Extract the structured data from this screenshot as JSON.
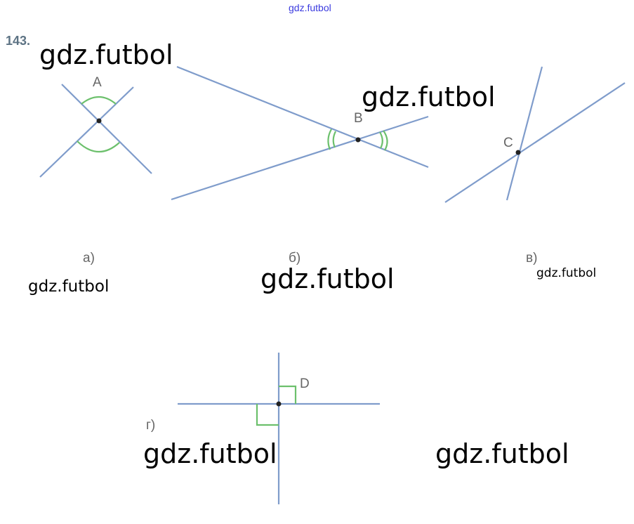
{
  "header_link": "gdz.futbol",
  "problem_number": "143.",
  "figures": {
    "a": {
      "caption": "а)",
      "point": "A"
    },
    "b": {
      "caption": "б)",
      "point": "B"
    },
    "v": {
      "caption": "в)",
      "point": "C"
    },
    "g": {
      "caption": "г)",
      "point": "D"
    }
  },
  "watermarks": [
    "gdz.futbol",
    "gdz.futbol",
    "gdz.futbol",
    "gdz.futbol",
    "gdz.futbol",
    "gdz.futbol",
    "gdz.futbol"
  ],
  "colors": {
    "line": "#7f9ccb",
    "arc": "#6cc06c",
    "point": "#222222"
  }
}
